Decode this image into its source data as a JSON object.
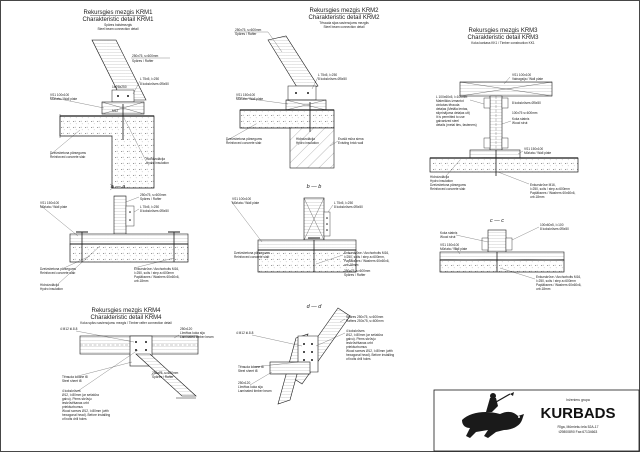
{
  "d1": {
    "title1": "Rekursgies mezgis KRM1",
    "title2": "Charakteristic detail KRM1",
    "sub1": "Spāres balstmezgls",
    "sub2": "Steel beam connection detail",
    "labels": [
      "250x75, s=600mm",
      "Spāres / Rafter",
      "L 75x5, l=250",
      "8 kokskrūves Ø5x50",
      "1xΦ8x250",
      "M12",
      "VS1 100x100",
      "Mūrlatа / Wall plate",
      "Dzelzsbetona pārsegums",
      "Reinforced concrete slab",
      "Hidroizolācija",
      "Hydro insulation"
    ]
  },
  "d2": {
    "title1": "Rekursgies mezgis KRM2",
    "title2": "Charakteristic detail KRM2",
    "sub1": "Tērauda sijas savienojums mezglis",
    "sub2": "Steel beam connection detail",
    "labels": [
      "250x75, s=600mm",
      "Spāres / Rafter",
      "L 75x5, l=250",
      "8 kokskrūves Ø5x50",
      "VS1 150x100",
      "Mūrlatа / Wall plate",
      "Dzelzsbetona pārsegums",
      "Reinforced concrete slab",
      "Hidroizolācija",
      "Hydro insulation",
      "Esošā mūra siena",
      "Existing brick wall"
    ]
  },
  "d3": {
    "title1": "Rekursgies mezgis KRM3",
    "title2": "Charakteristic detail KRM3",
    "sub1": "Koka karkass KK1 / Timber construction KK1",
    "labels": [
      "VS1 100x100",
      "Vainagsija / Wall plate",
      "L 100x60x5, l=100mm",
      "Materiālos izmantot",
      "cinkotas tērauda",
      "detaļas (Metāla lentas,",
      "stiprinājuma detaļas utt)",
      "It is permitted to use",
      "galvanized steel",
      "details (metal ties, fasteners)",
      "8 kokskrūves Ø5x50",
      "100x75 s=600mm",
      "Koka statnis",
      "Wood strut",
      "VS1 150x100",
      "Mūrlatа / Wall plate",
      "Hidroizolācija",
      "Hydro insulation",
      "Dzelzsbetona pārsegums",
      "Reinforced concrete slab",
      "Enkurskrūve M16,",
      "l=250, solis / step a=600mm",
      "Paplāksnes / Washers 60x60x6,",
      "urb.18mm"
    ]
  },
  "a": {
    "section": "a — a",
    "labels": [
      "250x75, s=600mm",
      "Spāres / Rafter",
      "L 75x5, l=250",
      "8 kokskrūves Ø5x50",
      "VS1 150x100",
      "Mūrlatа / Wall plate",
      "Dzelzsbetona pārsegums",
      "Reinforced concrete slab",
      "Hidroizolācija",
      "Hydro insulation",
      "Enkurskrūve / Anchorbolts M16,",
      "l=250, solis / step a=600mm",
      "Paplāksnes / Washers 60x60x6,",
      "urb.18mm"
    ]
  },
  "b": {
    "section": "b — b",
    "labels": [
      "VS1 100x100",
      "Mūrlatа / Wall plate",
      "L 75x5, l=250",
      "8 kokskrūves Ø5x50",
      "Dzelzsbetona pārsegums",
      "Reinforced concrete slab",
      "Enkurskrūve / Anchorbolts M16,",
      "l=250, solis / step a=600mm,",
      "Paplāksnes / Washers 60x60x6,",
      "urb.18mm",
      "250x75, s=600mm",
      "Spāres / Rafter"
    ]
  },
  "c": {
    "section": "c — c",
    "labels": [
      "100x60x5, l=100",
      "8 kokskrūves Ø5x50",
      "Koka statnis",
      "Wood strut",
      "VS1 150x100",
      "Mūrlatа / Wall plate",
      "Enkurskrūve / Anchorbolts M16,",
      "l=250, solis / step a=600mm",
      "Paplāksnes / Washers 60x60x6,",
      "urb.18mm"
    ]
  },
  "d4": {
    "title1": "Rekursgies mezgis KRM4",
    "title2": "Charakteristic detail KRM4",
    "sub1": "Koka spāru savienojumu mezgls / Timber rafter connection detail",
    "labels": [
      "4 M12 kl.8.8",
      "250x120",
      "Līmētas koka sija",
      "Laminated timber beam",
      "Tērauda lokane t8",
      "Steel sheet t8",
      "250x75, s=600mm",
      "Spāres / Rafter",
      "4 kokskrūves",
      "Ø12, l=80mm (ar sešstūra",
      "galvu). Pirms skrūvju",
      "ieskrūvēšanas urbt",
      "priekšurbumus",
      "Wood screws Ø12, l=80mm (with",
      "hexagonal head). Before installing",
      "of bolts drill holes"
    ]
  },
  "d": {
    "section": "d — d",
    "labels": [
      "4 M12 kl.8.8",
      "Spāres 250x75, s=600mm",
      "Rafters 250x75, s=600mm",
      "4 kokskrūves",
      "Ø12, l=80mm (ar sešstūra",
      "galvu). Pirms skrūvju",
      "ieskrūvēšanas urbt",
      "priekšurbumus",
      "Wood screws Ø12, l=80mm (with",
      "hexagonal head). Before installing",
      "of bolts drill holes",
      "Tērauda lokane t8",
      "Steel sheet t8",
      "250x120",
      "Līmētas koka sija",
      "Laminated timber beam"
    ]
  },
  "titleblock": {
    "firm_caption": "Inženieru grupa",
    "brand": "KURBADS",
    "address": "Rīga, Mūrnieku iela 52A-17",
    "phone": "t29800890  Fax:67134663",
    "logo_icon": "knight-on-wolf-logo-icon"
  },
  "colors": {
    "line": "#1a1a1a",
    "hatch": "#555555",
    "mortar": "#999999"
  }
}
